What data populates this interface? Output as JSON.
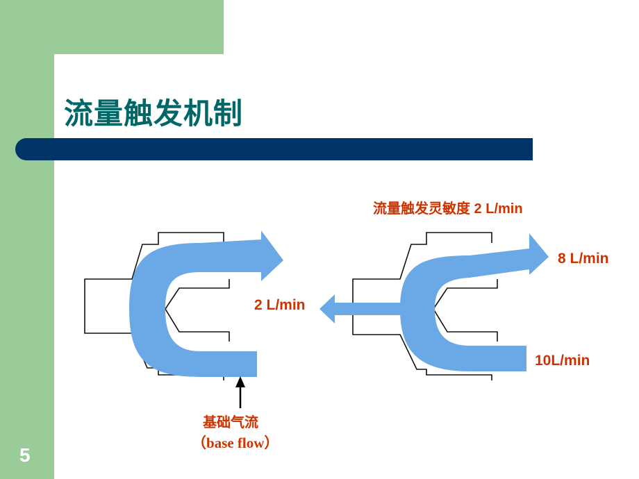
{
  "slide": {
    "title": "流量触发机制",
    "page_number": "5"
  },
  "diagram": {
    "sensitivity_label": "流量触发灵敏度  2  L/min",
    "left_port_label": "2 L/min",
    "outflow_label": "8 L/min",
    "inflow_label": "10L/min",
    "base_flow_cn": "基础气流",
    "base_flow_en": "（base flow）"
  },
  "colors": {
    "frame_green": "#99cc99",
    "title_text": "#006666",
    "title_bar": "#003366",
    "flow_arrow": "#6aa9e6",
    "label_text": "#cc3300"
  }
}
